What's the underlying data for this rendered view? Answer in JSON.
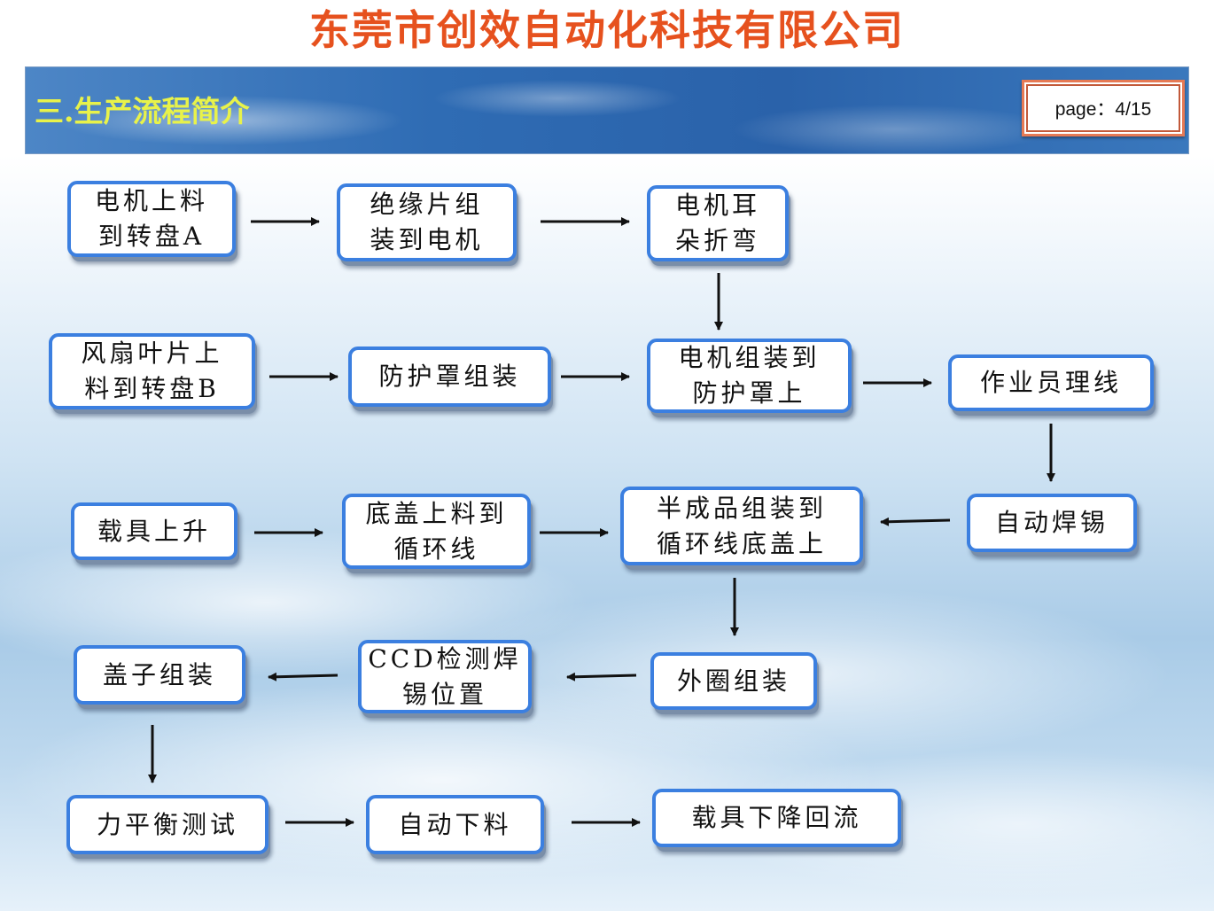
{
  "company": "东莞市创效自动化科技有限公司",
  "header": {
    "section_title": "三.生产流程简介",
    "page": "page：4/15"
  },
  "steps": {
    "s1": "电机上料\n到转盘A",
    "s2": "绝缘片组\n装到电机",
    "s3": "电机耳\n朵折弯",
    "s4": "风扇叶片上\n料到转盘B",
    "s5": "防护罩组装",
    "s6": "电机组装到\n防护罩上",
    "s7": "作业员理线",
    "s8": "自动焊锡",
    "s9": "半成品组装到\n循环线底盖上",
    "s10": "底盖上料到\n循环线",
    "s11": "载具上升",
    "s12": "外圈组装",
    "s13": "CCD检测焊\n锡位置",
    "s14": "盖子组装",
    "s15": "力平衡测试",
    "s16": "自动下料",
    "s17": "载具下降回流"
  },
  "connections": [
    [
      "s1",
      "s2"
    ],
    [
      "s2",
      "s3"
    ],
    [
      "s3",
      "s6"
    ],
    [
      "s4",
      "s5"
    ],
    [
      "s5",
      "s6"
    ],
    [
      "s6",
      "s7"
    ],
    [
      "s7",
      "s8"
    ],
    [
      "s8",
      "s9"
    ],
    [
      "s11",
      "s10"
    ],
    [
      "s10",
      "s9"
    ],
    [
      "s9",
      "s12"
    ],
    [
      "s12",
      "s13"
    ],
    [
      "s13",
      "s14"
    ],
    [
      "s14",
      "s15"
    ],
    [
      "s15",
      "s16"
    ],
    [
      "s16",
      "s17"
    ]
  ]
}
